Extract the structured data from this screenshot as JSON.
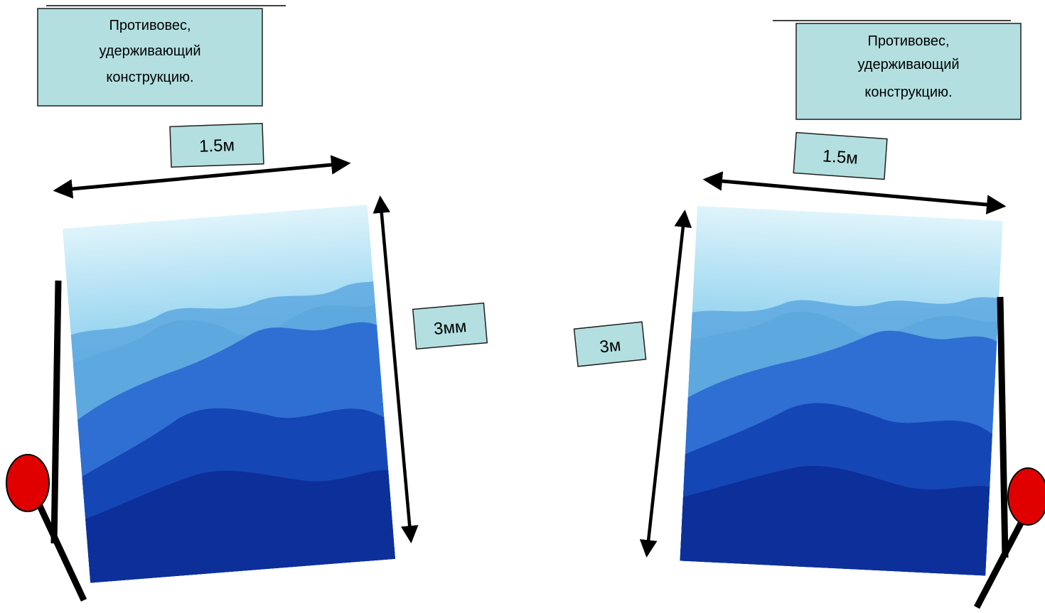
{
  "colors": {
    "label_fill": "#b3dfe0",
    "label_stroke": "#1f1f1f",
    "arrow": "#000000",
    "stand": "#000000",
    "counterweight": "#e00000",
    "sky_light": "#dff4fb",
    "sky_mid": "#8fd1ef",
    "mountain_far": "#5ea8e0",
    "mountain_mid": "#2f6fd3",
    "mountain_near": "#1546b5",
    "mountain_front": "#0d2f9a"
  },
  "left_panel": {
    "counterweight_label": [
      "Противовес,",
      "удерживающий",
      "конструкцию."
    ],
    "width_label": "1.5м",
    "height_label": "3мм",
    "picture_icon": "mountain-landscape-image"
  },
  "right_panel": {
    "counterweight_label": [
      "Противовес,",
      "удерживающий",
      "конструкцию."
    ],
    "width_label": "1.5м",
    "height_label": "3м",
    "picture_icon": "mountain-landscape-image"
  }
}
